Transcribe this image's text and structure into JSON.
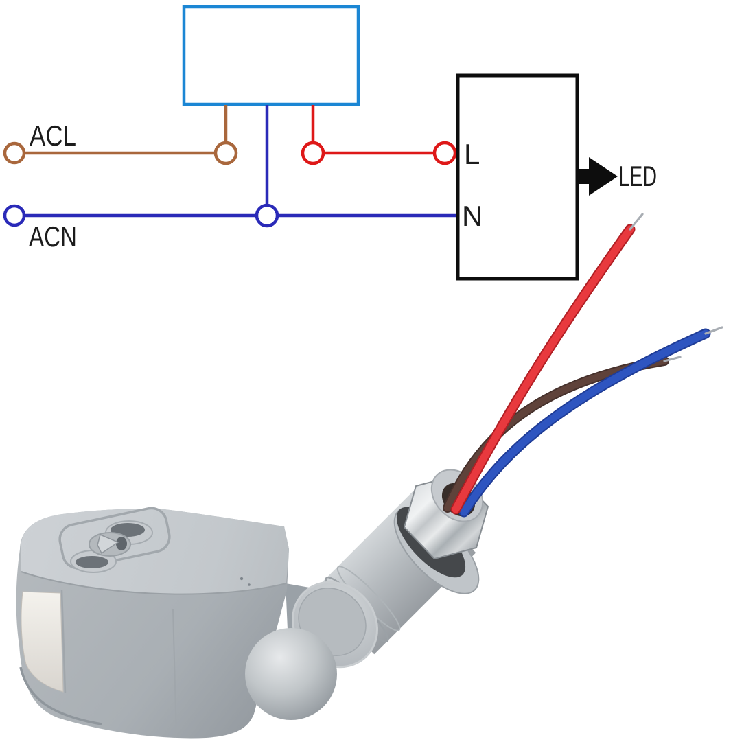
{
  "diagram": {
    "labels": {
      "line_terminal": "ACL",
      "neutral_terminal": "ACN",
      "driver_live": "L",
      "driver_neutral": "N",
      "output": "LED"
    },
    "colors": {
      "sensor_box": "#1b86d4",
      "brown_wire": "#a9673c",
      "blue_wire": "#2a2ab8",
      "red_wire": "#de1818",
      "driver_box": "#0d0d0d",
      "arrow": "#0d0d0d",
      "label_text": "#1c1c1c"
    }
  },
  "photo": {
    "colors": {
      "body_light": "#cdd1d5",
      "body_mid": "#b4b9bd",
      "body_dark": "#8f959b",
      "lens_light": "#f4f2ed",
      "lens_dark": "#d9d5cf",
      "ball_light": "#e7e9eb",
      "arm_light": "#d2d6d9",
      "arm_dark": "#969ba0",
      "nut_light": "#f0f2f3",
      "nut_dark": "#aab0b4",
      "gasket": "#45484b",
      "gland_hole": "#372d29",
      "wire_red": "#e8393e",
      "wire_red_dark": "#b01f24",
      "wire_brown": "#5f423a",
      "wire_brown_dark": "#46312c",
      "wire_blue": "#2e55c0",
      "wire_blue_dark": "#1f3c96",
      "bare_wire": "#a8adb3"
    }
  }
}
